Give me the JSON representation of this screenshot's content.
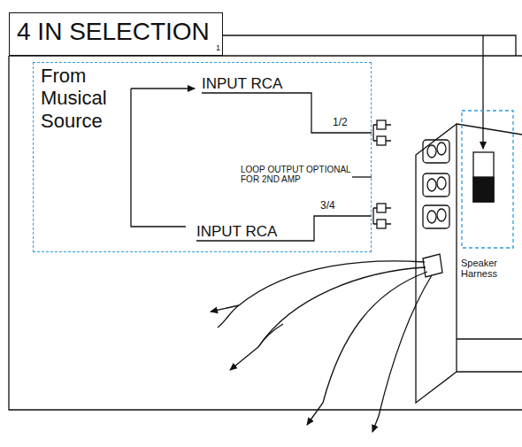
{
  "diagram": {
    "nodes": [
      {
        "text": [
          "4 IN SELECTION"
        ]
      },
      {
        "text": [
          "From Musical Source"
        ]
      }
    ],
    "labels": [
      "1",
      "INPUT RCA",
      "1/2",
      "LOOP OUTPUT OPTIONAL FOR 2ND AMP",
      "INPUT RCA",
      "3/4",
      "Speaker Harness"
    ]
  }
}
